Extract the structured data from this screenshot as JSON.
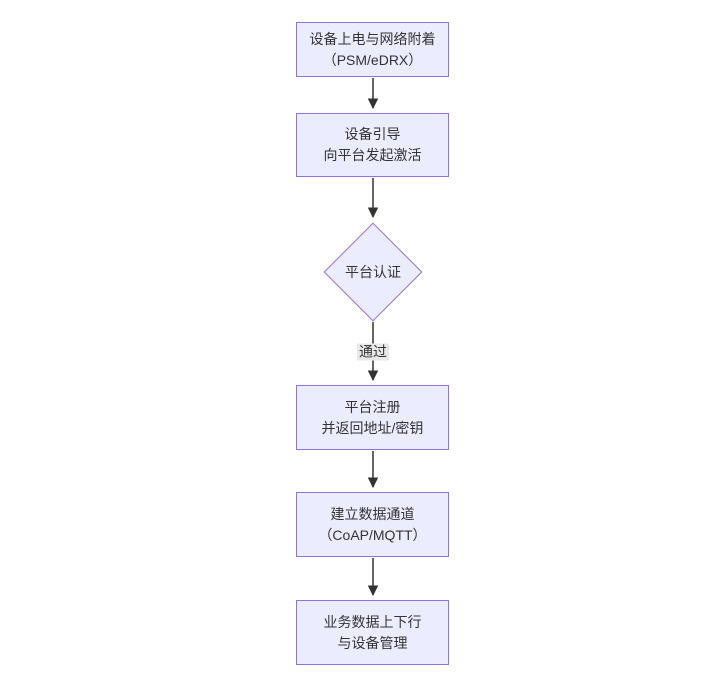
{
  "diagram": {
    "type": "flowchart",
    "direction": "top-to-bottom",
    "nodes": [
      {
        "id": "A",
        "shape": "rect",
        "lines": [
          "设备上电与网络附着",
          "（PSM/eDRX）"
        ]
      },
      {
        "id": "B",
        "shape": "rect",
        "lines": [
          "设备引导",
          "向平台发起激活"
        ]
      },
      {
        "id": "C",
        "shape": "diamond",
        "lines": [
          "平台认证"
        ]
      },
      {
        "id": "D",
        "shape": "rect",
        "lines": [
          "平台注册",
          "并返回地址/密钥"
        ]
      },
      {
        "id": "E",
        "shape": "rect",
        "lines": [
          "建立数据通道",
          "（CoAP/MQTT）"
        ]
      },
      {
        "id": "F",
        "shape": "rect",
        "lines": [
          "业务数据上下行",
          "与设备管理"
        ]
      }
    ],
    "edges": [
      {
        "from": "A",
        "to": "B",
        "label": ""
      },
      {
        "from": "B",
        "to": "C",
        "label": ""
      },
      {
        "from": "C",
        "to": "D",
        "label": "通过"
      },
      {
        "from": "D",
        "to": "E",
        "label": ""
      },
      {
        "from": "E",
        "to": "F",
        "label": ""
      }
    ],
    "colors": {
      "node_fill": "#ECECFF",
      "node_border": "#9370DB",
      "text": "#333333",
      "arrow": "#333333",
      "edge_label_bg": "#e8e8e8",
      "background": "#ffffff"
    }
  }
}
